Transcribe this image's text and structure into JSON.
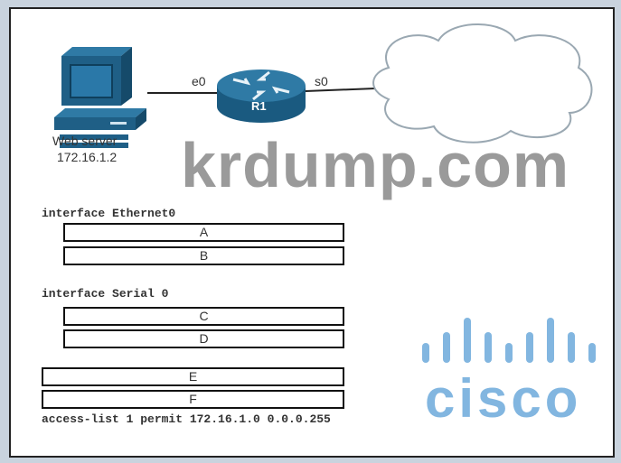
{
  "topology": {
    "server_label": "Web server",
    "server_ip": "172.16.1.2",
    "router_label": "R1",
    "port_e0": "e0",
    "port_s0": "s0"
  },
  "config": {
    "eth_header": "interface Ethernet0",
    "serial_header": "interface Serial 0",
    "boxes": [
      "A",
      "B",
      "C",
      "D",
      "E",
      "F"
    ],
    "acl_line": "access-list 1 permit 172.16.1.0 0.0.0.255"
  },
  "watermark": {
    "site": "krdump.com",
    "logo": "cisco"
  },
  "colors": {
    "device": "#1f5f86",
    "cloud_stroke": "#9aa8b2",
    "logo": "#82b6e0"
  }
}
